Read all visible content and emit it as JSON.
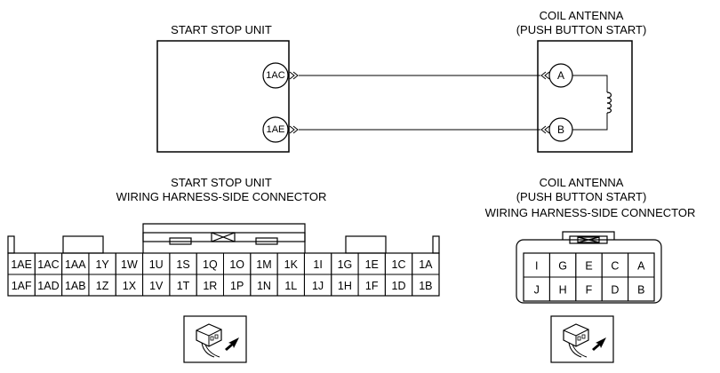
{
  "start_stop_unit": {
    "title": "START STOP UNIT",
    "terminals": [
      "1AC",
      "1AE"
    ]
  },
  "coil_antenna": {
    "title_line1": "COIL ANTENNA",
    "title_line2": "(PUSH BUTTON START)",
    "terminals": [
      "A",
      "B"
    ]
  },
  "ssu_connector": {
    "title_line1": "START STOP UNIT",
    "title_line2": "WIRING HARNESS-SIDE CONNECTOR",
    "top_row": [
      "1AE",
      "1AC",
      "1AA",
      "1Y",
      "1W",
      "1U",
      "1S",
      "1Q",
      "1O",
      "1M",
      "1K",
      "1I",
      "1G",
      "1E",
      "1C",
      "1A"
    ],
    "bottom_row": [
      "1AF",
      "1AD",
      "1AB",
      "1Z",
      "1X",
      "1V",
      "1T",
      "1R",
      "1P",
      "1N",
      "1L",
      "1J",
      "1H",
      "1F",
      "1D",
      "1B"
    ]
  },
  "ant_connector": {
    "title_line1": "COIL ANTENNA",
    "title_line2": "(PUSH BUTTON START)",
    "title_line3": "WIRING HARNESS-SIDE CONNECTOR",
    "top_row": [
      "I",
      "G",
      "E",
      "C",
      "A"
    ],
    "bottom_row": [
      "J",
      "H",
      "F",
      "D",
      "B"
    ]
  },
  "icons": [
    "connector-view-icon",
    "connector-view-icon"
  ]
}
